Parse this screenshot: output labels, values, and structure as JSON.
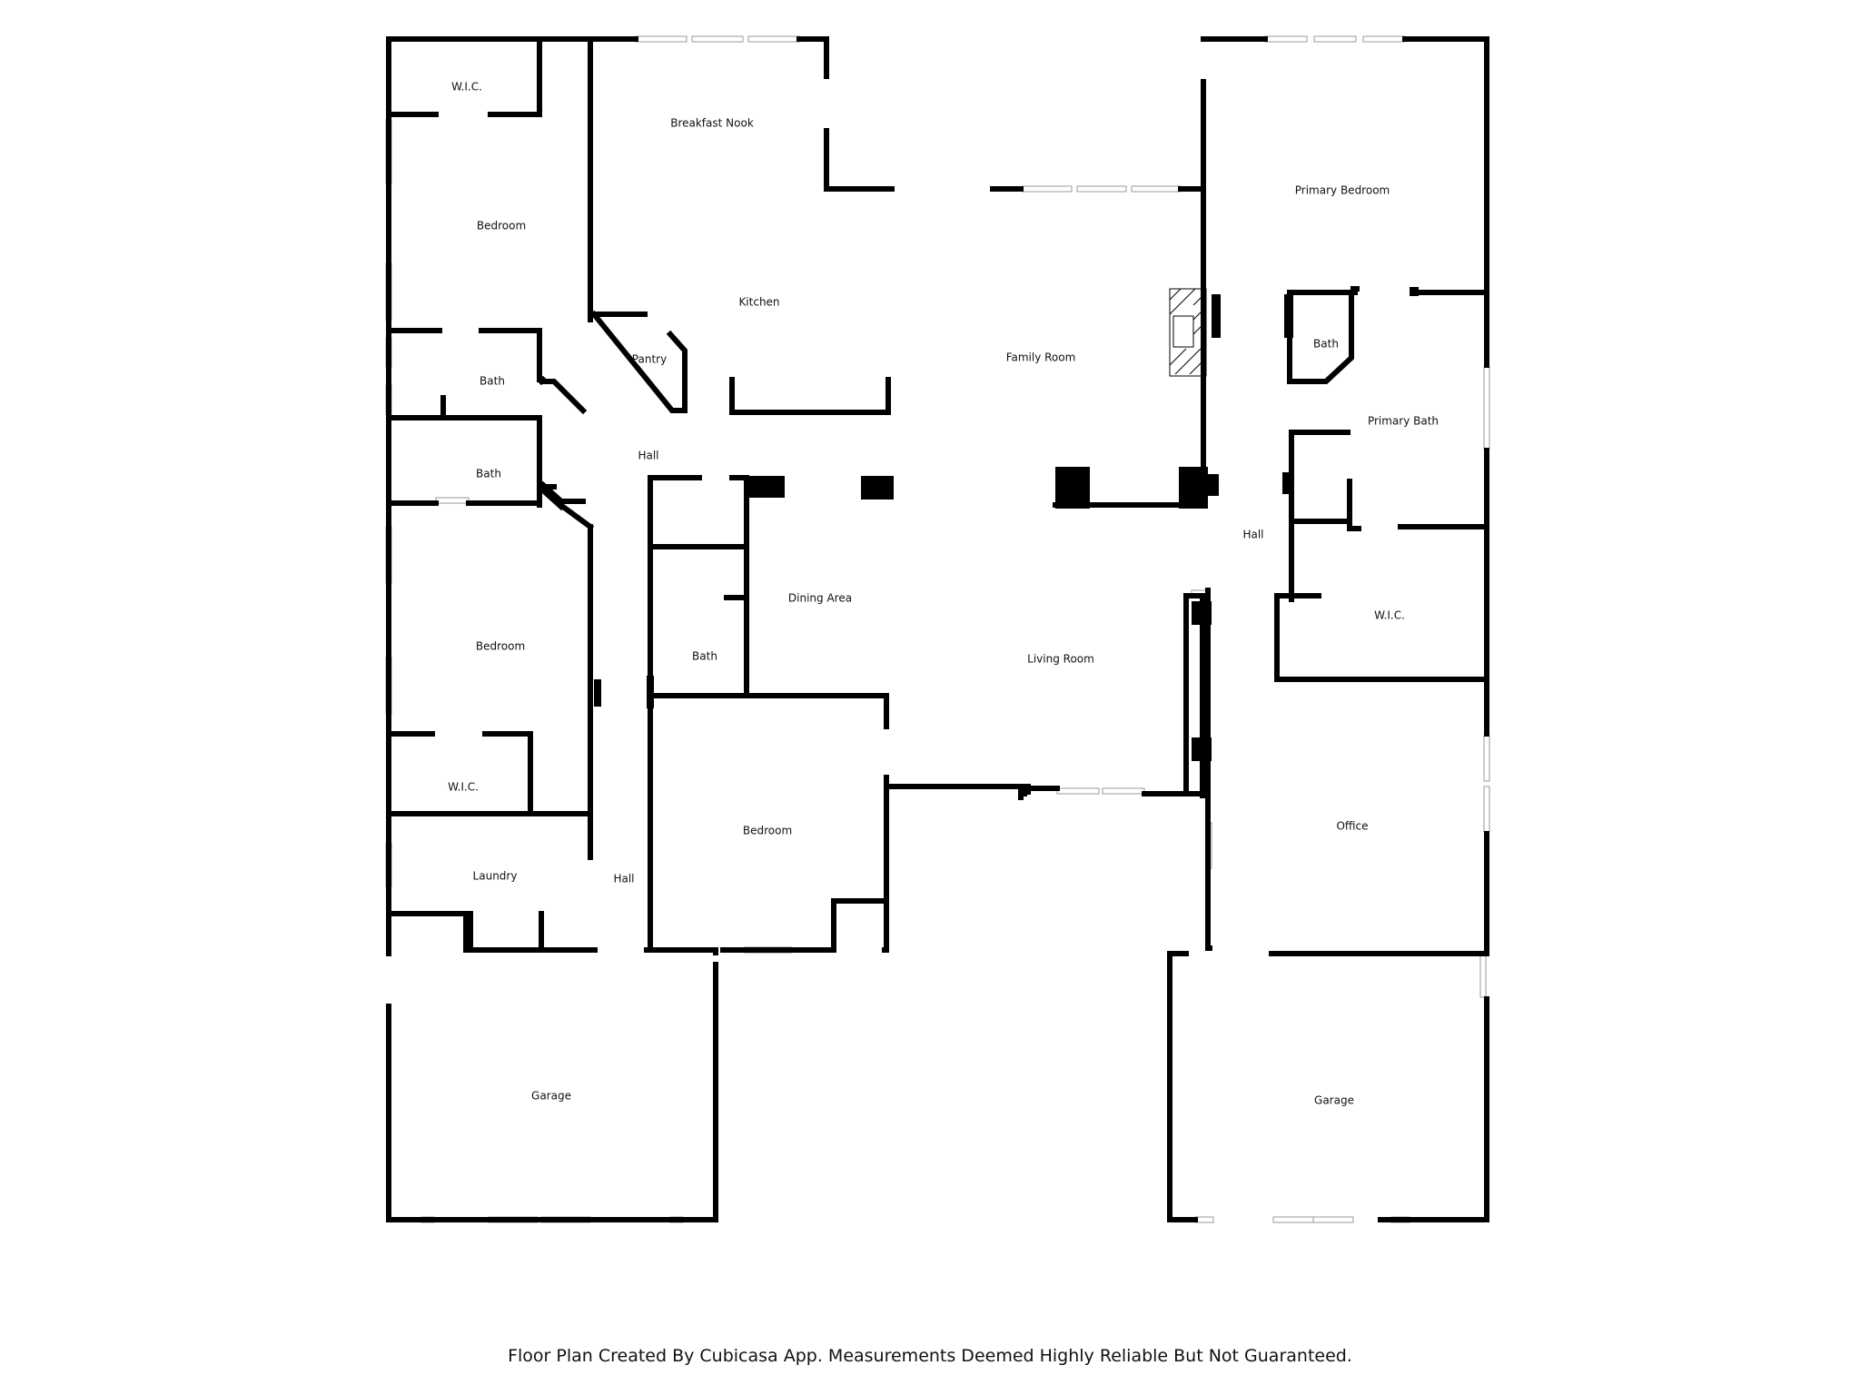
{
  "colors": {
    "wall": "#000000",
    "window": "#9a9a9a",
    "background": "#ffffff"
  },
  "rooms": [
    {
      "id": "wic-nw",
      "label": "W.I.C."
    },
    {
      "id": "breakfast-nook",
      "label": "Breakfast Nook"
    },
    {
      "id": "primary-bedroom",
      "label": "Primary Bedroom"
    },
    {
      "id": "bedroom-nw",
      "label": "Bedroom"
    },
    {
      "id": "kitchen",
      "label": "Kitchen"
    },
    {
      "id": "family-room",
      "label": "Family Room"
    },
    {
      "id": "pantry",
      "label": "Pantry"
    },
    {
      "id": "bath-primary-small",
      "label": "Bath"
    },
    {
      "id": "bath-west-1",
      "label": "Bath"
    },
    {
      "id": "primary-bath",
      "label": "Primary Bath"
    },
    {
      "id": "hall-north",
      "label": "Hall"
    },
    {
      "id": "bath-west-2",
      "label": "Bath"
    },
    {
      "id": "hall-east",
      "label": "Hall"
    },
    {
      "id": "dining-area",
      "label": "Dining Area"
    },
    {
      "id": "wic-east",
      "label": "W.I.C."
    },
    {
      "id": "bedroom-west",
      "label": "Bedroom"
    },
    {
      "id": "bath-center",
      "label": "Bath"
    },
    {
      "id": "living-room",
      "label": "Living Room"
    },
    {
      "id": "wic-sw",
      "label": "W.I.C."
    },
    {
      "id": "office",
      "label": "Office"
    },
    {
      "id": "bedroom-south",
      "label": "Bedroom"
    },
    {
      "id": "laundry",
      "label": "Laundry"
    },
    {
      "id": "hall-south",
      "label": "Hall"
    },
    {
      "id": "garage-west",
      "label": "Garage"
    },
    {
      "id": "garage-east",
      "label": "Garage"
    }
  ],
  "footer": {
    "text": "Floor Plan Created By Cubicasa App. Measurements Deemed Highly Reliable But Not Guaranteed."
  }
}
